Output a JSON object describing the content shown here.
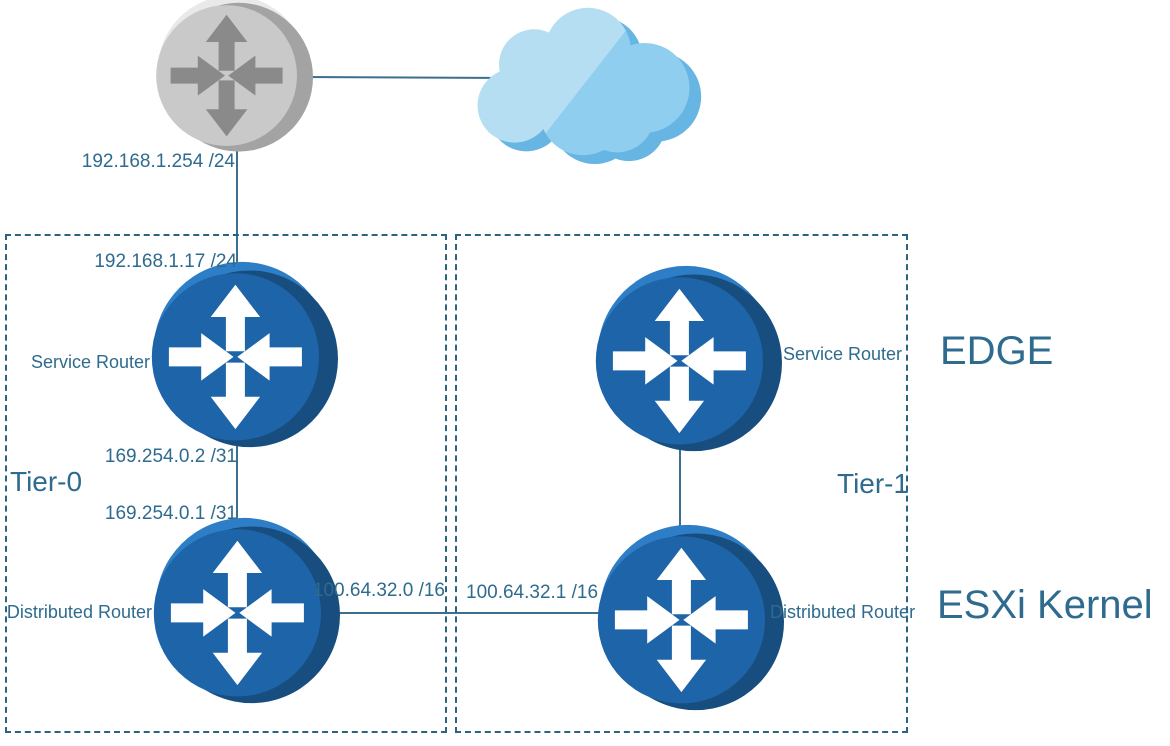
{
  "diagram_type": "network-topology",
  "colors": {
    "background": "#ffffff",
    "text": "#2e6b8e",
    "connector_line": "#3c6e8e",
    "zone_border": "#2c6480",
    "router_blue_body": "#1e64a8",
    "router_blue_highlight": "#2d7ec6",
    "router_blue_shadow": "#174e7f",
    "router_blue_arrows": "#ffffff",
    "router_gray_body": "#c9c9c9",
    "router_gray_highlight": "#e9e9e9",
    "router_gray_shadow": "#a3a3a3",
    "router_gray_arrows": "#8a8a8a",
    "cloud_fill": "#8fceee",
    "cloud_highlight": "#b5def2",
    "cloud_shadow": "#66b5e3"
  },
  "external_network": {
    "physical_router_icon": "router-icon",
    "cloud_icon": "cloud-icon",
    "uplink_ip": "192.168.1.254 /24"
  },
  "tier0": {
    "label": "Tier-0",
    "service_router": {
      "label": "Service Router",
      "icon": "router-icon",
      "uplink_ip": "192.168.1.17 /24",
      "downlink_ip": "169.254.0.2 /31"
    },
    "distributed_router": {
      "label": "Distributed Router",
      "icon": "router-icon",
      "uplink_ip": "169.254.0.1 /31",
      "downlink_ip": "100.64.32.0 /16"
    }
  },
  "tier1": {
    "label": "Tier-1",
    "service_router": {
      "label": "Service Router",
      "icon": "router-icon"
    },
    "distributed_router": {
      "label": "Distributed Router",
      "icon": "router-icon",
      "uplink_ip": "100.64.32.1 /16"
    }
  },
  "row_annotations": {
    "service_router_row": "EDGE",
    "distributed_router_row": "ESXi Kernel"
  }
}
